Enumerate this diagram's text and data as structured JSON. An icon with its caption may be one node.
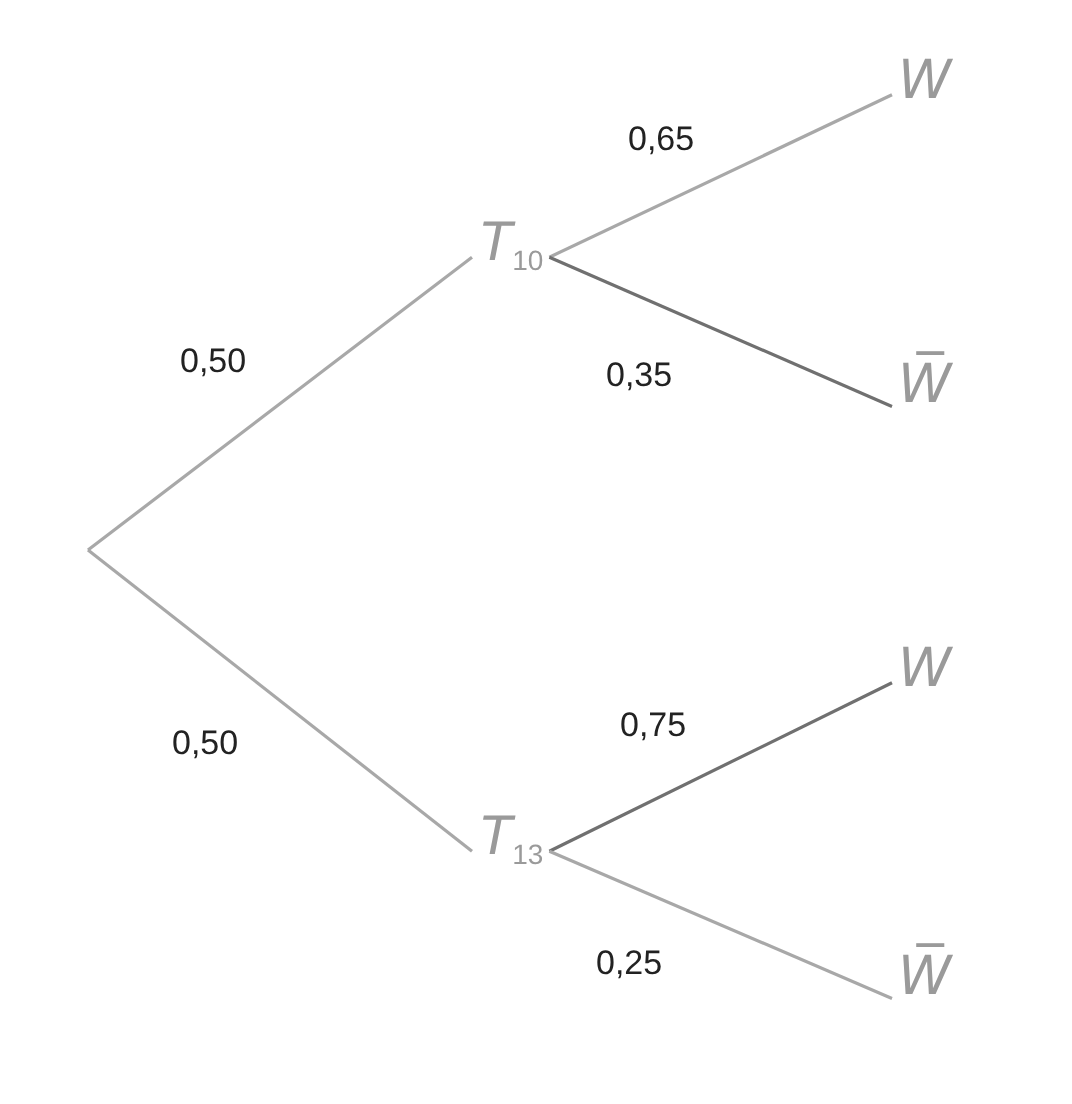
{
  "diagram": {
    "nodes": [
      {
        "text": [
          "T$_{10}$"
        ]
      },
      {
        "text": [
          "W"
        ]
      },
      {
        "text": [
          "W̅"
        ]
      },
      {
        "text": [
          "T$_{13}$"
        ]
      },
      {
        "text": [
          "W"
        ]
      },
      {
        "text": [
          "W̅"
        ]
      }
    ],
    "edges": [
      {
        "from": null,
        "to": 0,
        "arrow": "none",
        "label": "0,50"
      },
      {
        "from": null,
        "to": 3,
        "arrow": "none",
        "label": "0,50"
      },
      {
        "from": 0,
        "to": 1,
        "arrow": "none",
        "label": "0,65"
      },
      {
        "from": 0,
        "to": 2,
        "arrow": "none",
        "label": "0,35",
        "color": "#707070"
      },
      {
        "from": 3,
        "to": 4,
        "arrow": "none",
        "label": "0,75",
        "color": "#707070"
      },
      {
        "from": 3,
        "to": 5,
        "arrow": "none",
        "label": "0,25"
      }
    ]
  }
}
